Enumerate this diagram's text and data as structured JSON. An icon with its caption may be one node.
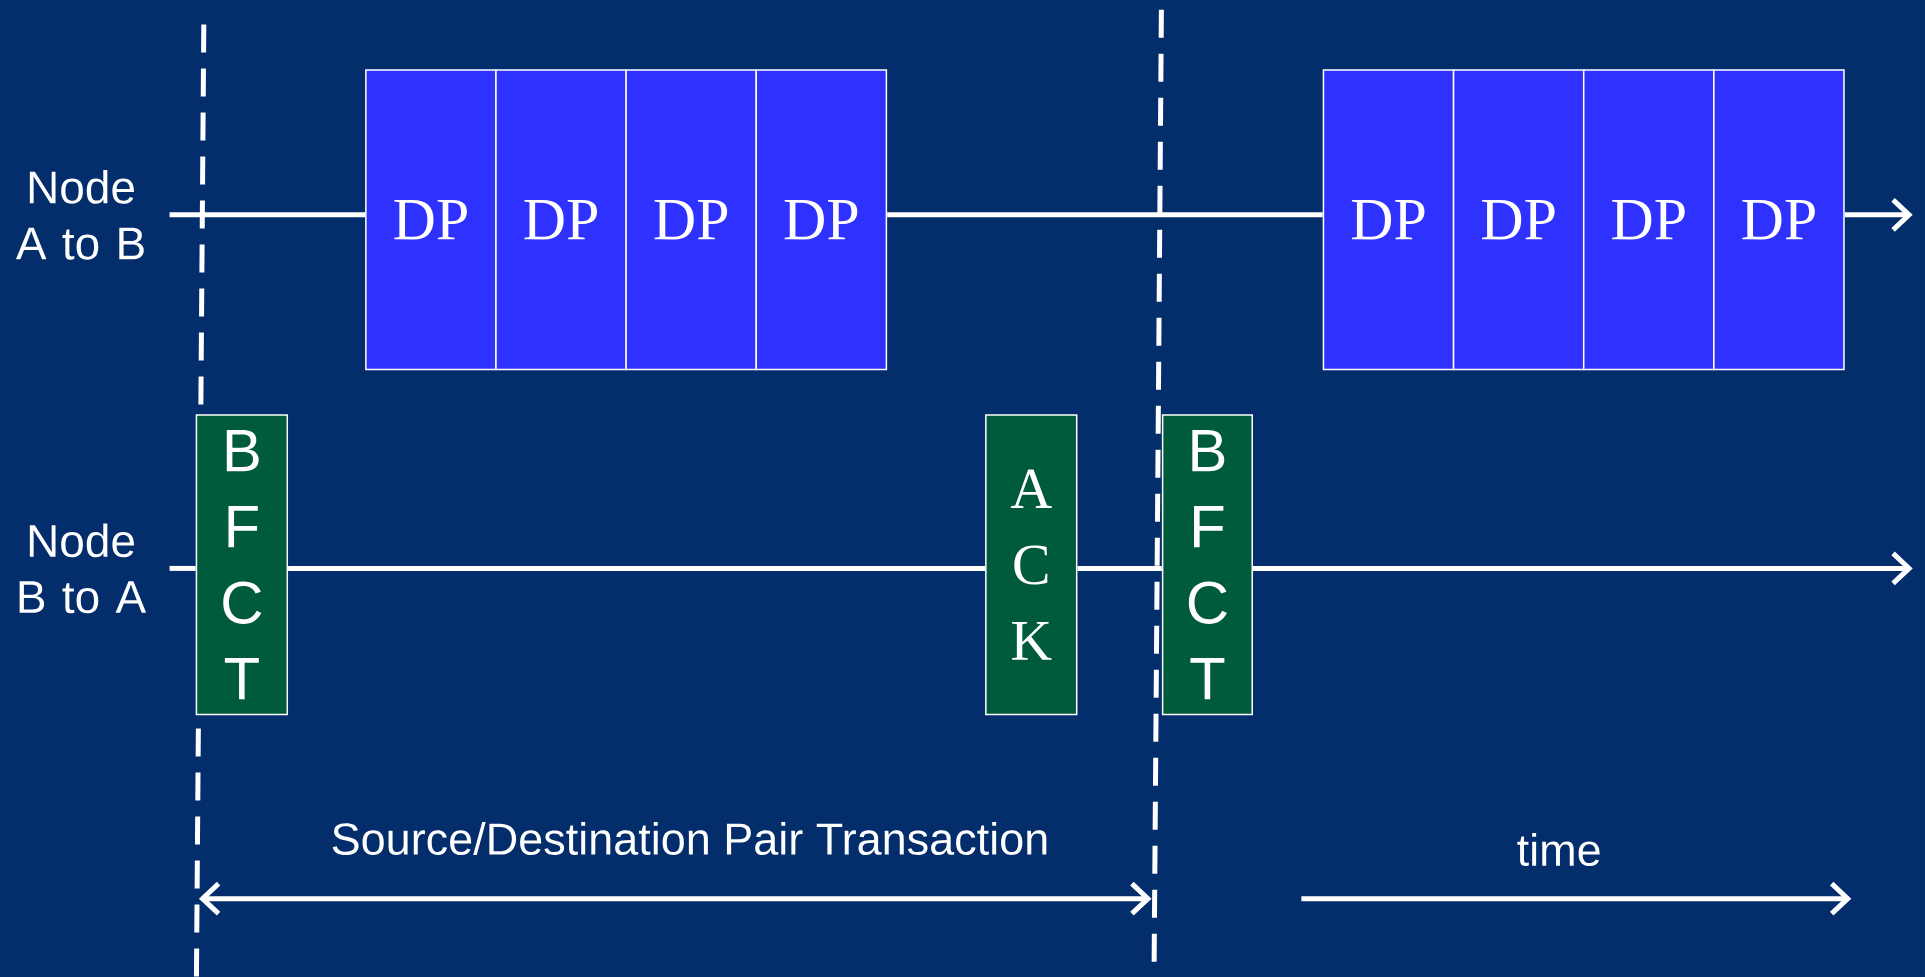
{
  "diagram": {
    "nodes": [
      {
        "text": [
          "Node A to B"
        ]
      },
      {
        "text": [
          "DP"
        ]
      },
      {
        "text": [
          "DP"
        ]
      },
      {
        "text": [
          "DP"
        ]
      },
      {
        "text": [
          "DP"
        ]
      },
      {
        "text": [
          "DP"
        ]
      },
      {
        "text": [
          "DP"
        ]
      },
      {
        "text": [
          "DP"
        ]
      },
      {
        "text": [
          "DP"
        ]
      },
      {
        "text": [
          "Node B to A"
        ]
      },
      {
        "text": [
          "B F C T"
        ]
      },
      {
        "text": [
          "A C K"
        ]
      },
      {
        "text": [
          "B F C T"
        ]
      }
    ],
    "edges": [
      {
        "from": 0,
        "to": 1,
        "arrow": "none"
      },
      {
        "from": 4,
        "to": 5,
        "arrow": "none"
      },
      {
        "from": 8,
        "to": null,
        "arrow": "to"
      },
      {
        "from": 9,
        "to": 10,
        "arrow": "none"
      },
      {
        "from": 10,
        "to": 11,
        "arrow": "none"
      },
      {
        "from": 11,
        "to": 12,
        "arrow": "none"
      },
      {
        "from": 12,
        "to": null,
        "arrow": "to"
      }
    ],
    "labels": [
      "Source/Destination Pair Transaction",
      "time"
    ]
  }
}
